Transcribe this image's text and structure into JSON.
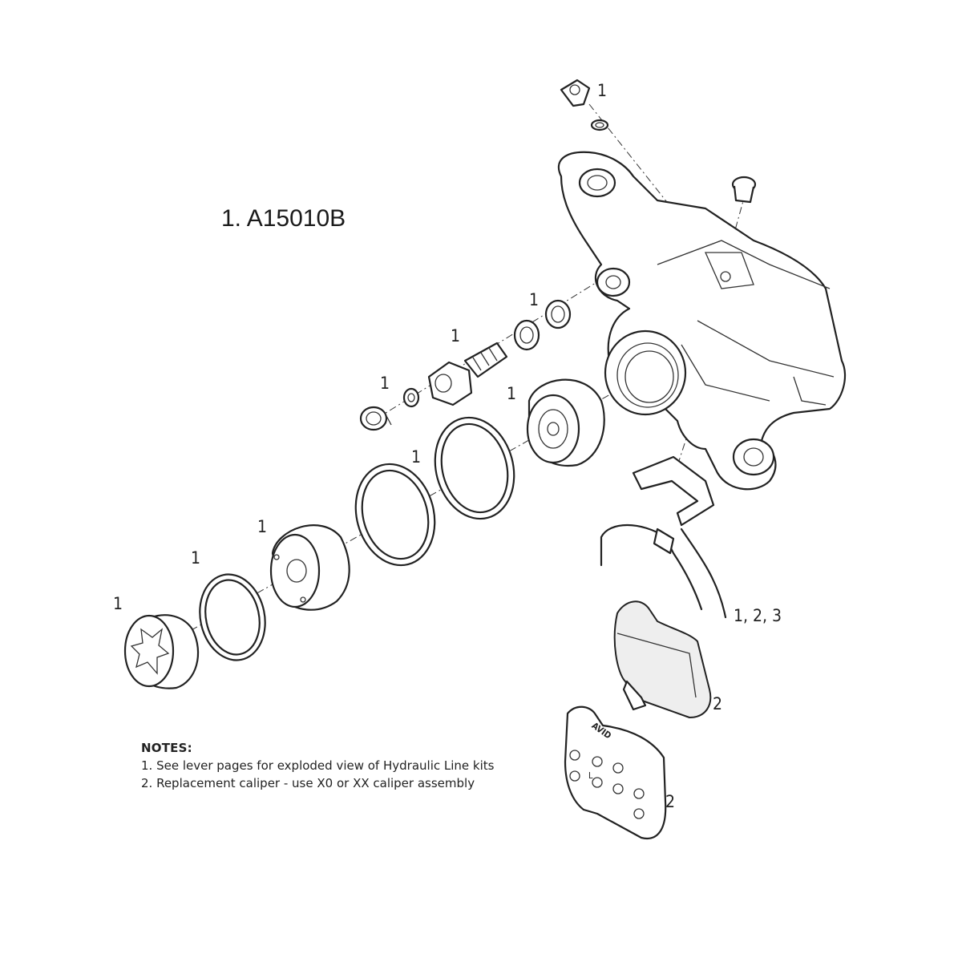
{
  "title": "1. A15010B",
  "callouts": {
    "fitting_top": "1",
    "banjo_washers": "1",
    "banjo_bolt": "1",
    "bleed_screw": "1",
    "piston_inner": "1",
    "seal_inner": "1",
    "piston_outer": "1",
    "seal_outer": "1",
    "cap": "1",
    "pad_spring": "1, 2, 3",
    "pad_back": "2",
    "pad_front": "2"
  },
  "pad_marks": {
    "brand": "AVID",
    "side": "L"
  },
  "notes": {
    "heading": "NOTES:",
    "items": [
      "1. See lever pages for exploded view of Hydraulic Line kits",
      "2. Replacement caliper - use X0 or XX caliper assembly"
    ]
  }
}
